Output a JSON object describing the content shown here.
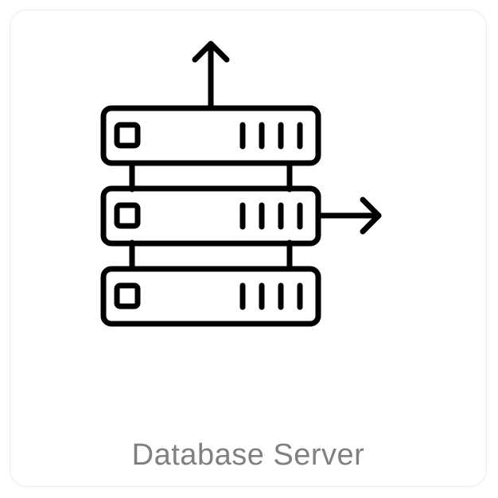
{
  "caption": {
    "text": "Database Server",
    "color": "#808080"
  },
  "icon": {
    "name": "database-server-icon",
    "stroke_color": "#000000",
    "units": 3,
    "drive_lines_per_unit": 4,
    "arrows": [
      "arrow-up-icon",
      "arrow-right-icon"
    ]
  },
  "card": {
    "border_color": "#ececec",
    "background": "#ffffff"
  }
}
